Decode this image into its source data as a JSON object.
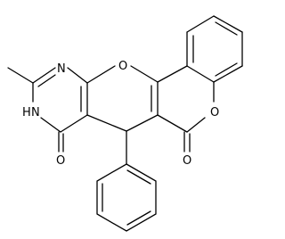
{
  "structure": {
    "atom_labels": {
      "ring_n_top": "N",
      "nh_h": "H",
      "nh_n": "N",
      "pyranone_o_top": "O",
      "coumarin_o_right": "O",
      "pyrimidinone_carbonyl_o": "O",
      "coumarin_carbonyl_o": "O"
    }
  }
}
